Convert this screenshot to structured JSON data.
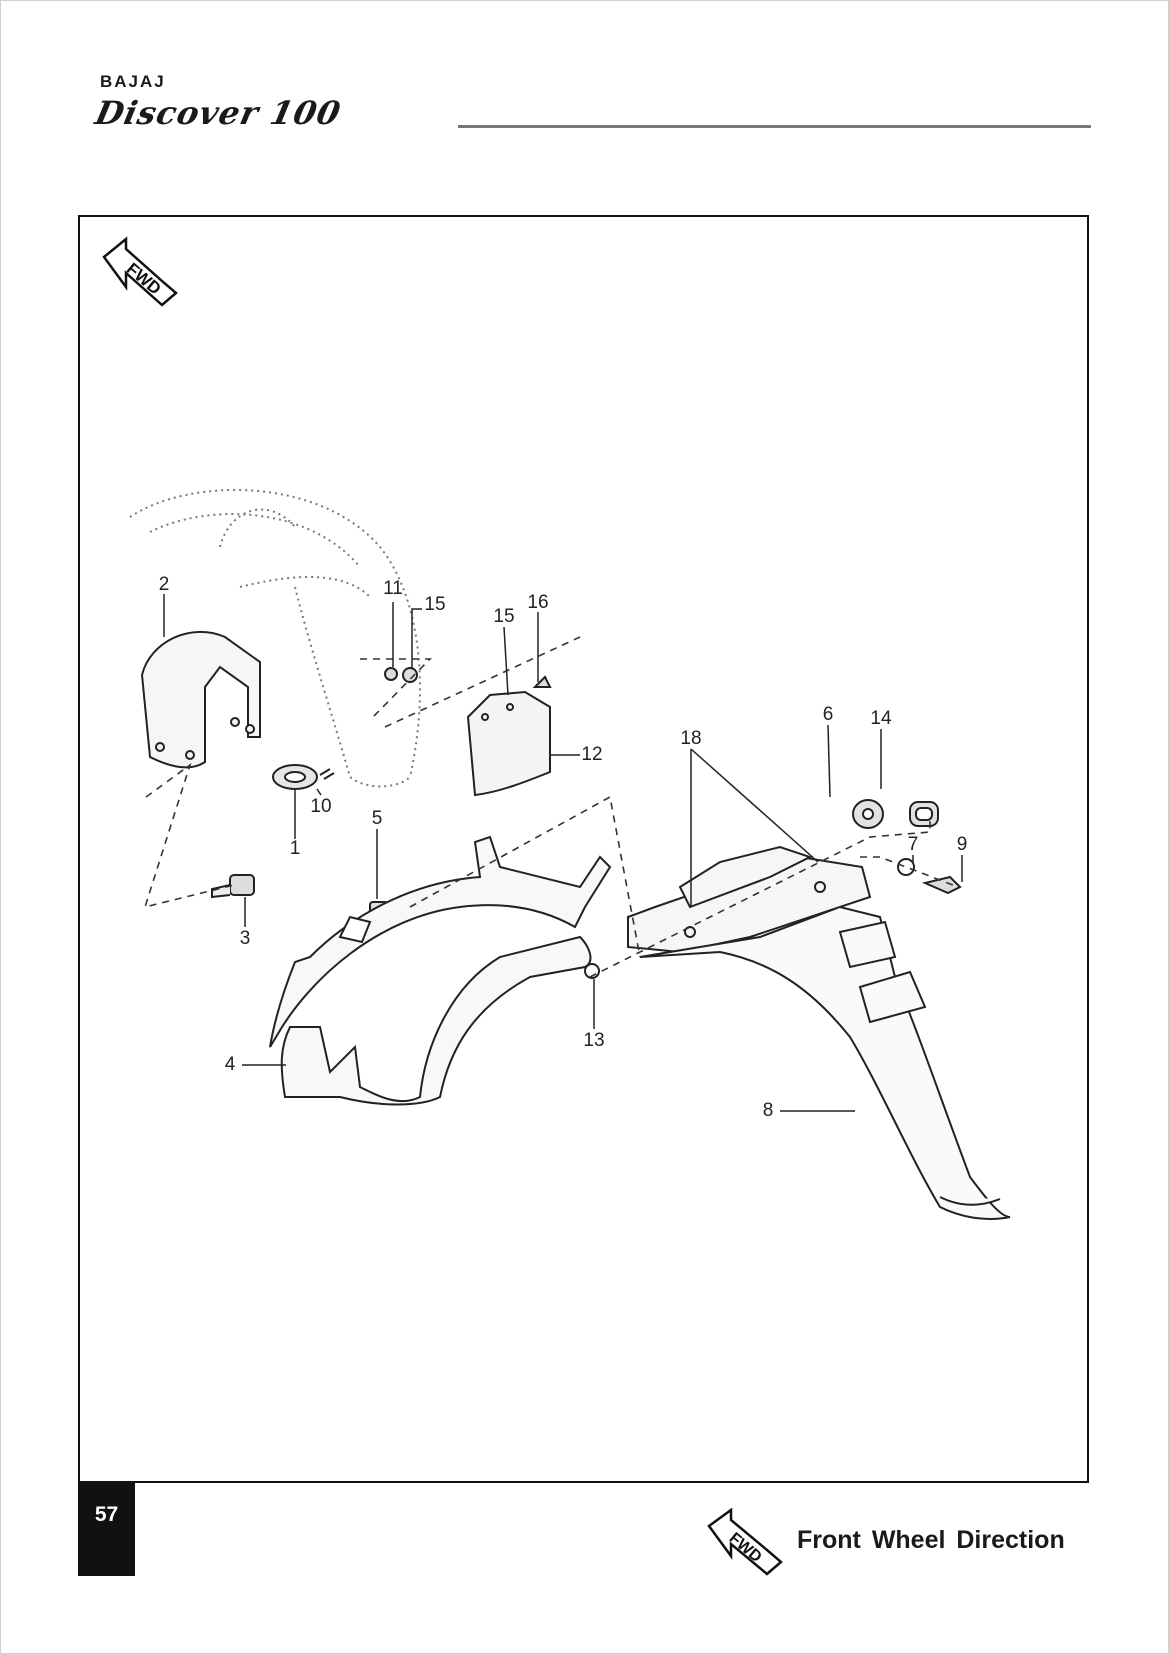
{
  "header": {
    "brand": "BAJAJ",
    "model": "Discover 100"
  },
  "diagram": {
    "fwd_badge": "FWD",
    "callouts": [
      "2",
      "11",
      "15",
      "15",
      "16",
      "12",
      "18",
      "6",
      "14",
      "10",
      "1",
      "3",
      "5",
      "7",
      "9",
      "4",
      "13",
      "8"
    ]
  },
  "footer": {
    "page_number": "57",
    "fwd_badge": "FWD",
    "legend": "Front Wheel Direction"
  },
  "icons": {
    "fwd_arrow": "fwd-arrow-icon"
  },
  "colors": {
    "ink": "#1a1a1a",
    "rule": "#777777",
    "page_tab": "#111111"
  }
}
